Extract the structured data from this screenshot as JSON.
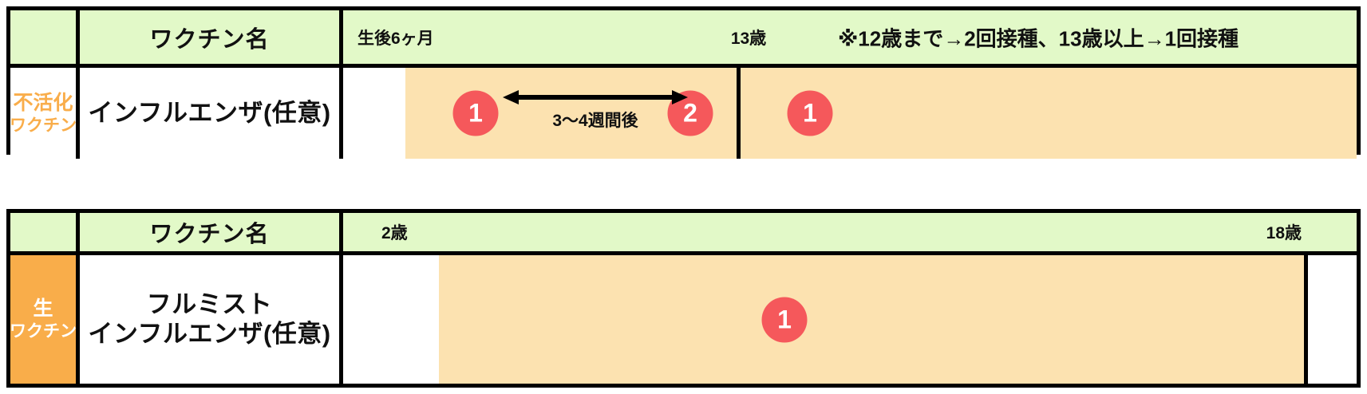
{
  "tables": [
    {
      "id": "inactivated-influenza",
      "category": {
        "line1": "不活化",
        "line2": "ワクチン"
      },
      "headers": {
        "vaccine_name": "ワクチン名"
      },
      "age_ticks": [
        {
          "label": "生後6ヶ月",
          "align": "left"
        },
        {
          "label": "13歳",
          "align": "center"
        }
      ],
      "note": "※12歳まで→2回接種、13歳以上→1回接種",
      "vaccine_name": "インフルエンザ(任意)",
      "doses": [
        {
          "label": "1"
        },
        {
          "label": "2"
        },
        {
          "label": "1"
        }
      ],
      "interval_label": "3〜4週間後"
    },
    {
      "id": "live-flumist-influenza",
      "category": {
        "line1": "生",
        "line2": "ワクチン"
      },
      "headers": {
        "vaccine_name": "ワクチン名"
      },
      "age_ticks": [
        {
          "label": "2歳",
          "align": "left"
        },
        {
          "label": "18歳",
          "align": "right"
        }
      ],
      "vaccine_name_line1": "フルミスト",
      "vaccine_name_line2": "インフルエンザ(任意)",
      "doses": [
        {
          "label": "1"
        }
      ]
    }
  ],
  "colors": {
    "header_green": "#e2f9c8",
    "band_orange": "#fce2b0",
    "category_orange": "#f9ad4a",
    "dose_red": "#f5585b",
    "border_black": "#000000"
  }
}
